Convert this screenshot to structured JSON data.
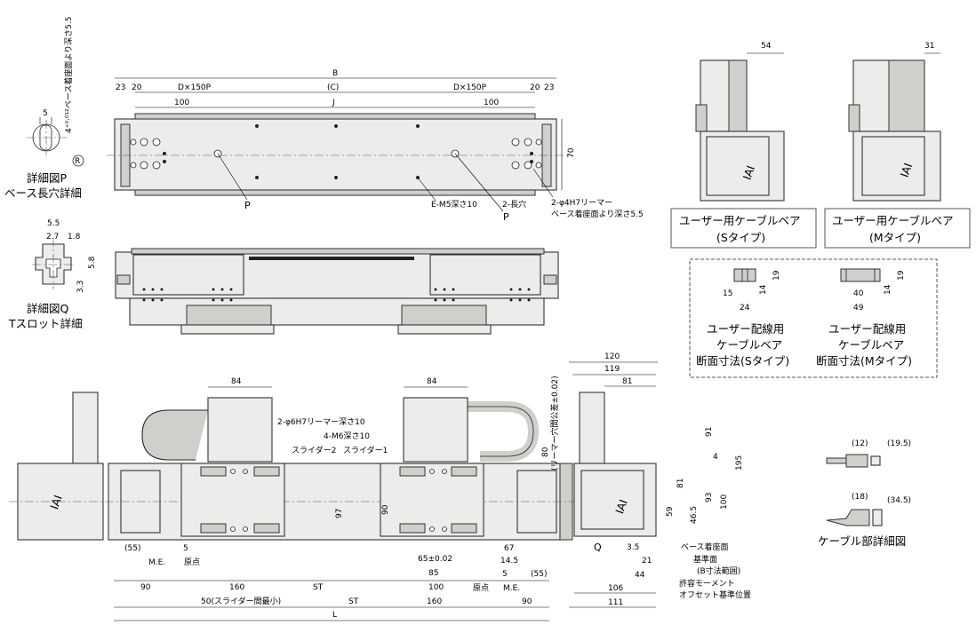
{
  "detail_p": {
    "title1": "詳細図P",
    "title2": "ベース長穴詳細",
    "dim_w": "5",
    "dim_v": "4⁺⁰·⁰¹²ベース着座面より深さ5.5",
    "r": "R"
  },
  "detail_q": {
    "title1": "詳細図Q",
    "title2": "Tスロット詳細",
    "d1": "5.5",
    "d2": "2.7",
    "d3": "1.8",
    "d4": "5.8",
    "d5": "3.3"
  },
  "top_view": {
    "B": "B",
    "C": "(C)",
    "J": "J",
    "dx1": "D×150P",
    "dx2": "D×150P",
    "d23a": "23",
    "d20a": "20",
    "d20b": "20",
    "d23b": "23",
    "d100a": "100",
    "d100b": "100",
    "d70": "70",
    "p1": "P",
    "p2": "P",
    "note_e": "E-M5深さ10",
    "note_slot": "2-長穴",
    "note_ream1": "2-φ4H7リーマー",
    "note_ream2": "ベース着座面より深さ5.5"
  },
  "cable_s": {
    "label1": "ユーザー用ケーブルベア",
    "label2": "(Sタイプ)",
    "dim": "54"
  },
  "cable_m": {
    "label1": "ユーザー用ケーブルベア",
    "label2": "(Mタイプ)",
    "dim": "31"
  },
  "section_box": {
    "s": {
      "w1": "15",
      "w2": "24",
      "h1": "14",
      "h2": "19",
      "l1": "ユーザー配線用",
      "l2": "ケーブルベア",
      "l3": "断面寸法(Sタイプ)"
    },
    "m": {
      "w1": "40",
      "w2": "49",
      "h1": "14",
      "h2": "19",
      "l1": "ユーザー配線用",
      "l2": "ケーブルベア",
      "l3": "断面寸法(Mタイプ)"
    }
  },
  "front_view": {
    "d84a": "84",
    "d84b": "84",
    "note_ream": "2-φ6H7リーマー深さ10",
    "note_m6": "4-M6深さ10",
    "slider2": "スライダー2",
    "slider1": "スライダー1",
    "d80": "80",
    "ream_tol": "(リーマー穴間公差±0.02)",
    "d97": "97",
    "d90": "90",
    "d55a": "(55)",
    "d5a": "5",
    "me1": "M.E.",
    "origin1": "原点",
    "d65": "65±0.02",
    "d14_5": "14.5",
    "d67": "67",
    "d85": "85",
    "d5b": "5",
    "d55b": "(55)",
    "d90a": "90",
    "d160a": "160",
    "ST1": "ST",
    "d100": "100",
    "origin2": "原点",
    "me2": "M.E.",
    "d50": "50(スライダー間最小)",
    "ST2": "ST",
    "d160b": "160",
    "d90b": "90",
    "L": "L"
  },
  "side_view": {
    "d120": "120",
    "d119": "119",
    "d81": "81",
    "d91": "91",
    "d4": "4",
    "d195": "195",
    "d59": "59",
    "d81v": "81",
    "d46_5": "46.5",
    "d93": "93",
    "d100": "100",
    "q": "Q",
    "d3_5": "3.5",
    "d21": "21",
    "d44": "44",
    "d106": "106",
    "d111": "111",
    "n_base": "ベース着座面",
    "n_ref1": "基準面",
    "n_ref2": "(B寸法範囲)",
    "n_mom1": "許容モーメント",
    "n_mom2": "オフセット基準位置"
  },
  "cable_detail": {
    "d12": "(12)",
    "d19_5": "(19.5)",
    "d18": "(18)",
    "d34_5": "(34.5)",
    "title": "ケーブル部詳細図"
  },
  "logo": "IAI"
}
